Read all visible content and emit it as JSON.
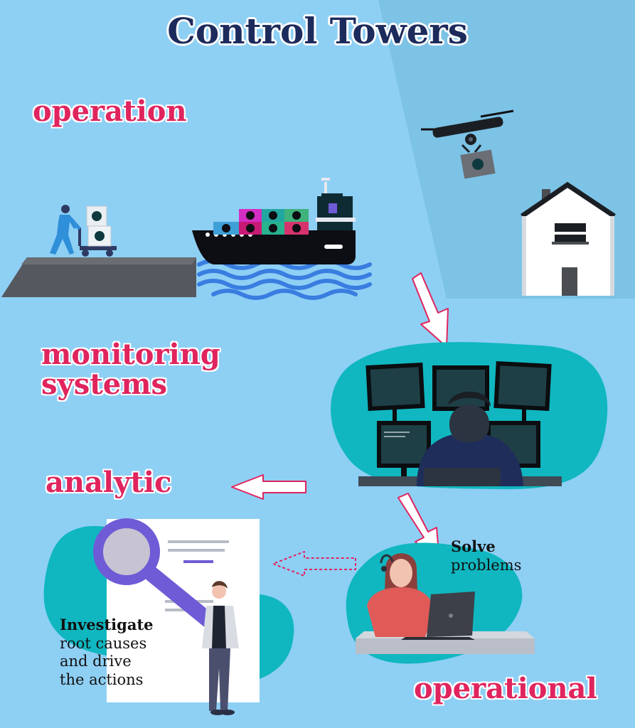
{
  "title": "Control Towers",
  "labels": {
    "operation": "operation",
    "monitoring_line1": "monitoring",
    "monitoring_line2": "systems",
    "analytic": "analytic",
    "operational": "operational"
  },
  "notes": {
    "solve_bold": "Solve",
    "solve_rest": "problems",
    "investigate_bold": "Investigate",
    "investigate_line2": "root causes",
    "investigate_line3": "and drive",
    "investigate_line4": "the actions"
  },
  "colors": {
    "background": "#8ecff4",
    "background_shade": "#7cc3e6",
    "title": "#1d2b5c",
    "label": "#e0245e",
    "teal": "#10b7c0",
    "magnifier": "#6f5bd6"
  }
}
